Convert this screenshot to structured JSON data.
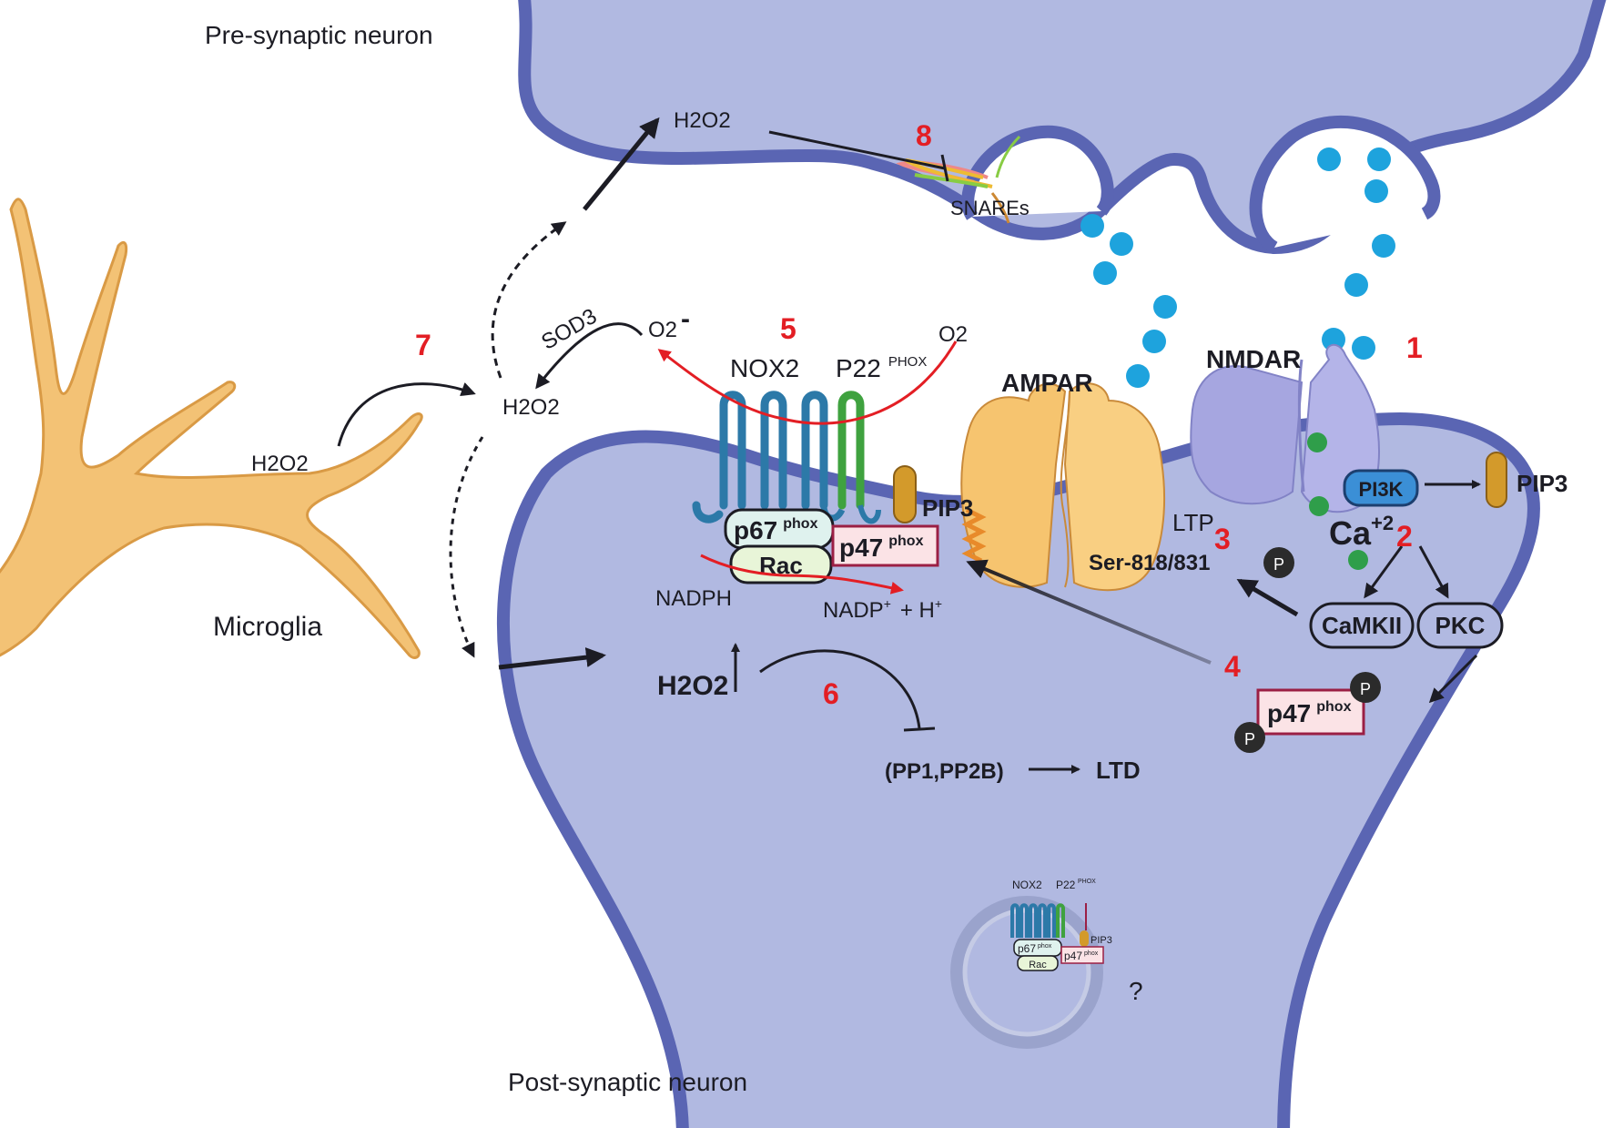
{
  "colors": {
    "membrane": "#5a65b3",
    "cytoplasm": "#b1b9e1",
    "microglia": "#f3c275",
    "microglia_edge": "#d99a45",
    "vesicle": "#1ea3dd",
    "red_arrow": "#e31e24",
    "nox2": "#2c79a8",
    "p22": "#3fa23f",
    "pip3": "#d39a2b",
    "ampar": "#f6c46f",
    "nmdar": "#a6a6e0",
    "pi3k": "#3b8fd6",
    "calcium": "#2f9e4a",
    "p47_fill": "#fbe3e6",
    "p47_edge": "#9b1f44",
    "p67_fill": "#dff2ee",
    "rac_fill": "#e8f5d8"
  },
  "regions": {
    "presynaptic": "Pre-synaptic neuron",
    "postsynaptic": "Post-synaptic neuron",
    "microglia": "Microglia"
  },
  "labels": {
    "h2o2_top": "H2O2",
    "h2o2_mid": "H2O2",
    "h2o2_microglia": "H2O2",
    "h2o2_post": "H2O2",
    "snares": "SNAREs",
    "sod3": "SOD3",
    "o2_minus": "O2",
    "o2_minus_sup": "-",
    "o2": "O2",
    "nox2": "NOX2",
    "p22": "P22",
    "p22_sup": "PHOX",
    "p67": "p67",
    "p67_sup": "phox",
    "rac": "Rac",
    "p47": "p47",
    "p47_sup": "phox",
    "pip3_left": "PIP3",
    "pip3_right": "PIP3",
    "nadph": "NADPH",
    "nadp": "NADP",
    "nadp_sup": "+",
    "h_plus": "+ H",
    "h_plus_sup": "+",
    "ampar": "AMPAR",
    "nmdar": "NMDAR",
    "pi3k": "PI3K",
    "ca": "Ca",
    "ca_sup": "+2",
    "ltp": "LTP",
    "ser": "Ser-818/831",
    "camkii": "CaMKII",
    "pkc": "PKC",
    "phospho": "P",
    "pp": "(PP1,PP2B)",
    "ltd": "LTD",
    "question": "?",
    "mini_nox2": "NOX2",
    "mini_p22": "P22",
    "mini_phox": "PHOX",
    "mini_p67": "p67",
    "mini_p67_sup": "phox",
    "mini_rac": "Rac",
    "mini_p47": "p47",
    "mini_p47_sup": "phox",
    "mini_pip3": "PIP3"
  },
  "step_numbers": [
    "1",
    "2",
    "3",
    "4",
    "5",
    "6",
    "7",
    "8"
  ]
}
